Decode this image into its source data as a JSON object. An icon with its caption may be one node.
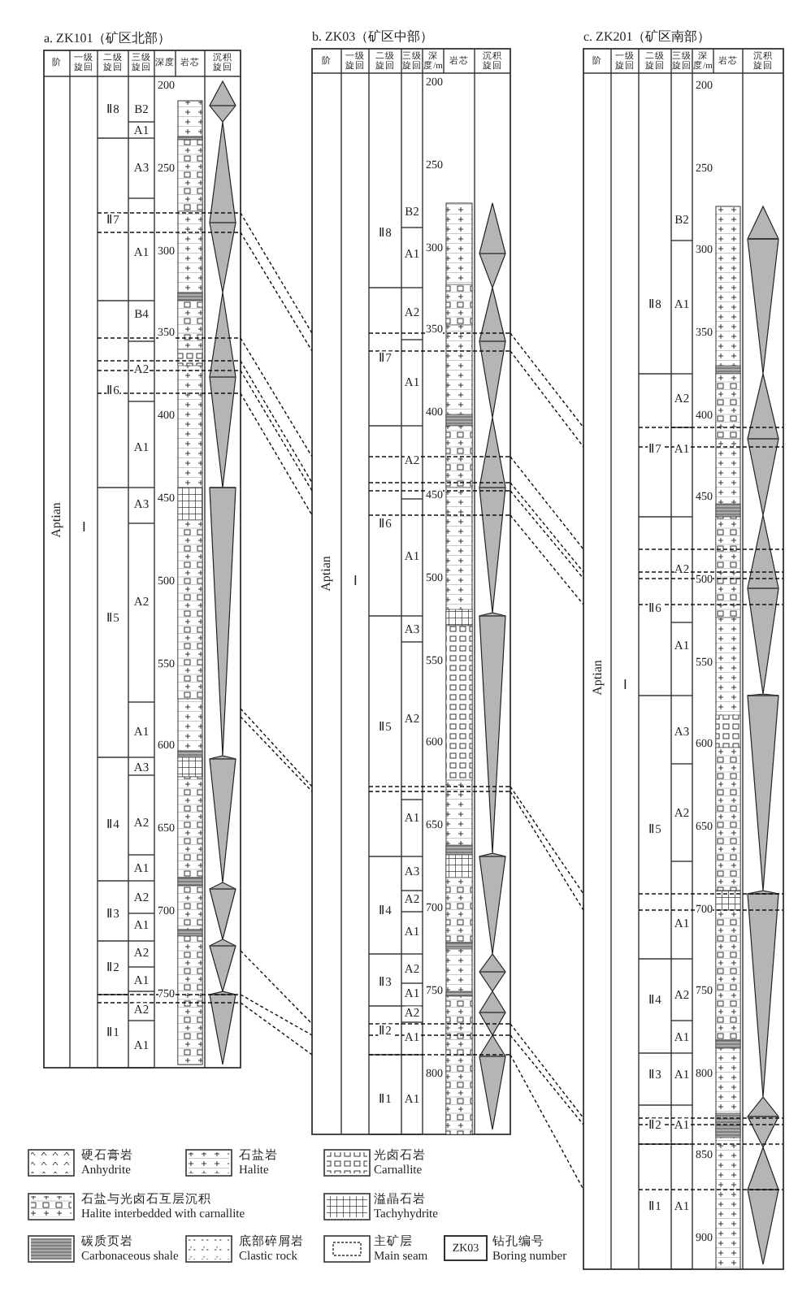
{
  "diagram": {
    "labels": [
      "a. ZK101（矿区北部）",
      "阶",
      "一级旋回",
      "二级旋回",
      "三级旋回",
      "深度",
      "岩芯",
      "沉积旋回",
      "Aptian",
      "Ⅰ",
      "Ⅱ8",
      "Ⅱ7",
      "Ⅱ6",
      "Ⅱ5",
      "Ⅱ4",
      "Ⅱ3",
      "Ⅱ2",
      "Ⅱ1",
      "B2",
      "A1",
      "A3",
      "A1",
      "B4",
      "A2",
      "A1",
      "A3",
      "A2",
      "A1",
      "A3",
      "A2",
      "A1",
      "A2",
      "A1",
      "A2",
      "A1",
      "A2",
      "A1",
      "200",
      "250",
      "300",
      "350",
      "400",
      "450",
      "500",
      "550",
      "600",
      "650",
      "700",
      "750",
      "b. ZK03（矿区中部）",
      "阶",
      "一级旋回",
      "二级旋回",
      "三级旋回",
      "深度/m",
      "岩芯",
      "沉积旋回",
      "Aptian",
      "Ⅰ",
      "Ⅱ8",
      "Ⅱ7",
      "Ⅱ6",
      "Ⅱ5",
      "Ⅱ4",
      "Ⅱ3",
      "Ⅱ2",
      "Ⅱ1",
      "B2",
      "A1",
      "A2",
      "A1",
      "A2",
      "A1",
      "A3",
      "A2",
      "A1",
      "A3",
      "A2",
      "A1",
      "A2",
      "A1",
      "A2",
      "A1",
      "A1",
      "200",
      "250",
      "300",
      "350",
      "400",
      "450",
      "500",
      "550",
      "600",
      "650",
      "700",
      "750",
      "800",
      "c. ZK201（矿区南部）",
      "阶",
      "一级旋回",
      "二级旋回",
      "三级旋回",
      "深度/m",
      "岩芯",
      "沉积旋回",
      "Aptian",
      "Ⅰ",
      "Ⅱ8",
      "Ⅱ7",
      "Ⅱ6",
      "Ⅱ5",
      "Ⅱ4",
      "Ⅱ3",
      "Ⅱ2",
      "Ⅱ1",
      "B2",
      "A1",
      "A2",
      "A1",
      "A2",
      "A1",
      "A3",
      "A2",
      "A1",
      "A2",
      "A1",
      "A1",
      "A1",
      "A1",
      "200",
      "250",
      "300",
      "350",
      "400",
      "450",
      "500",
      "550",
      "600",
      "650",
      "700",
      "750",
      "800",
      "850",
      "900",
      "ZK03"
    ],
    "legend": [
      {
        "text": "硬石膏岩 Anhydrite"
      },
      {
        "text": "石盐岩 Halite"
      },
      {
        "text": "光卤石岩 Carnallite"
      },
      {
        "text": "石盐与光卤石互层沉积 Halite interbedded with carnallite"
      },
      {
        "text": "溢晶石岩 Tachyhydrite"
      },
      {
        "text": "碳质页岩 Carbonaceous shale"
      },
      {
        "text": "底部碎屑岩 Clastic rock"
      },
      {
        "text": "主矿层 Main seam"
      },
      {
        "text": "钻孔编号 Boring number"
      }
    ]
  }
}
